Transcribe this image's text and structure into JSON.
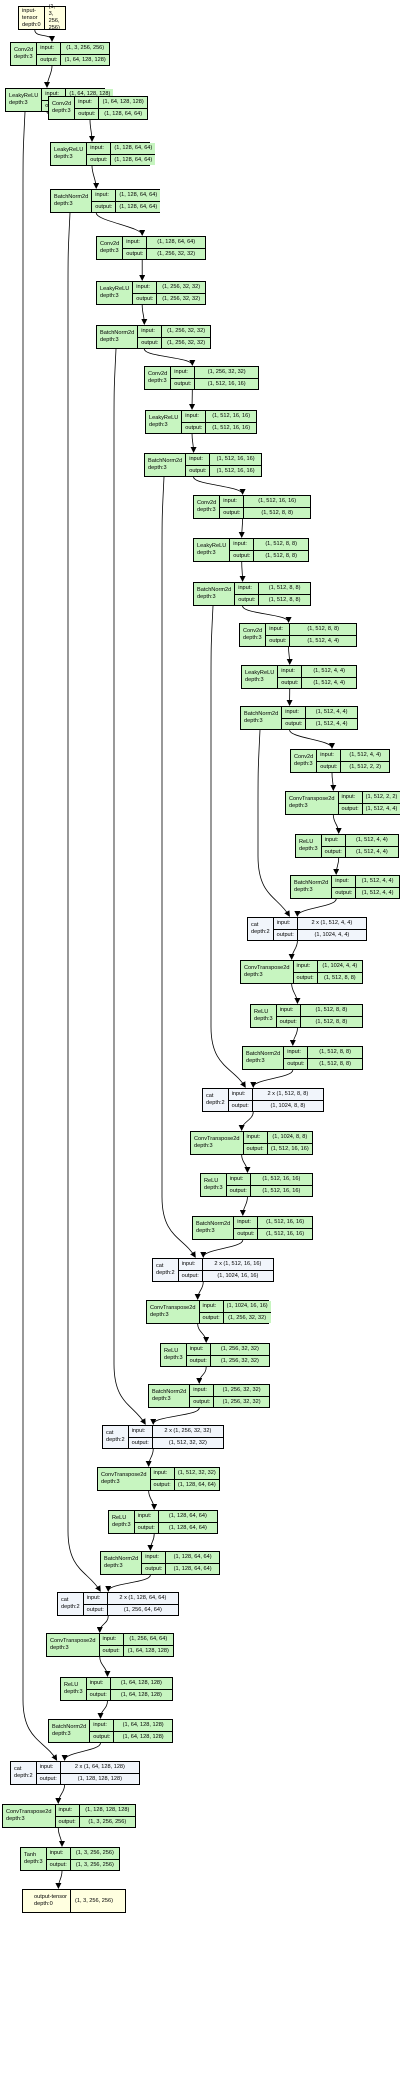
{
  "nodes": [
    {
      "id": "input",
      "kind": "tensor",
      "label": "input-tensor",
      "depth": "depth:0",
      "value": "(1, 3, 256, 256)"
    },
    {
      "id": "conv1",
      "kind": "module",
      "label": "Conv2d",
      "depth": "depth:3",
      "input": "(1, 3, 256, 256)",
      "output": "(1, 64, 128, 128)"
    },
    {
      "id": "lrelu1",
      "kind": "module",
      "label": "LeakyReLU",
      "depth": "depth:3",
      "input": "(1, 64, 128, 128)",
      "output": "(1, 64, 128, 128)"
    },
    {
      "id": "conv2",
      "kind": "module",
      "label": "Conv2d",
      "depth": "depth:3",
      "input": "(1, 64, 128, 128)",
      "output": "(1, 128, 64, 64)"
    },
    {
      "id": "lrelu2",
      "kind": "module",
      "label": "LeakyReLU",
      "depth": "depth:3",
      "input": "(1, 128, 64, 64)",
      "output": "(1, 128, 64, 64)"
    },
    {
      "id": "bn2",
      "kind": "module",
      "label": "BatchNorm2d",
      "depth": "depth:3",
      "input": "(1, 128, 64, 64)",
      "output": "(1, 128, 64, 64)"
    },
    {
      "id": "conv3",
      "kind": "module",
      "label": "Conv2d",
      "depth": "depth:3",
      "input": "(1, 128, 64, 64)",
      "output": "(1, 256, 32, 32)"
    },
    {
      "id": "lrelu3",
      "kind": "module",
      "label": "LeakyReLU",
      "depth": "depth:3",
      "input": "(1, 256, 32, 32)",
      "output": "(1, 256, 32, 32)"
    },
    {
      "id": "bn3",
      "kind": "module",
      "label": "BatchNorm2d",
      "depth": "depth:3",
      "input": "(1, 256, 32, 32)",
      "output": "(1, 256, 32, 32)"
    },
    {
      "id": "conv4",
      "kind": "module",
      "label": "Conv2d",
      "depth": "depth:3",
      "input": "(1, 256, 32, 32)",
      "output": "(1, 512, 16, 16)"
    },
    {
      "id": "lrelu4",
      "kind": "module",
      "label": "LeakyReLU",
      "depth": "depth:3",
      "input": "(1, 512, 16, 16)",
      "output": "(1, 512, 16, 16)"
    },
    {
      "id": "bn4",
      "kind": "module",
      "label": "BatchNorm2d",
      "depth": "depth:3",
      "input": "(1, 512, 16, 16)",
      "output": "(1, 512, 16, 16)"
    },
    {
      "id": "conv5",
      "kind": "module",
      "label": "Conv2d",
      "depth": "depth:3",
      "input": "(1, 512, 16, 16)",
      "output": "(1, 512, 8, 8)"
    },
    {
      "id": "lrelu5",
      "kind": "module",
      "label": "LeakyReLU",
      "depth": "depth:3",
      "input": "(1, 512, 8, 8)",
      "output": "(1, 512, 8, 8)"
    },
    {
      "id": "bn5",
      "kind": "module",
      "label": "BatchNorm2d",
      "depth": "depth:3",
      "input": "(1, 512, 8, 8)",
      "output": "(1, 512, 8, 8)"
    },
    {
      "id": "conv6",
      "kind": "module",
      "label": "Conv2d",
      "depth": "depth:3",
      "input": "(1, 512, 8, 8)",
      "output": "(1, 512, 4, 4)"
    },
    {
      "id": "lrelu6",
      "kind": "module",
      "label": "LeakyReLU",
      "depth": "depth:3",
      "input": "(1, 512, 4, 4)",
      "output": "(1, 512, 4, 4)"
    },
    {
      "id": "bn6",
      "kind": "module",
      "label": "BatchNorm2d",
      "depth": "depth:3",
      "input": "(1, 512, 4, 4)",
      "output": "(1, 512, 4, 4)"
    },
    {
      "id": "conv7",
      "kind": "module",
      "label": "Conv2d",
      "depth": "depth:3",
      "input": "(1, 512, 4, 4)",
      "output": "(1, 512, 2, 2)"
    },
    {
      "id": "deconv7",
      "kind": "module",
      "label": "ConvTranspose2d",
      "depth": "depth:3",
      "input": "(1, 512, 2, 2)",
      "output": "(1, 512, 4, 4)"
    },
    {
      "id": "relu7",
      "kind": "module",
      "label": "ReLU",
      "depth": "depth:3",
      "input": "(1, 512, 4, 4)",
      "output": "(1, 512, 4, 4)"
    },
    {
      "id": "bn7",
      "kind": "module",
      "label": "BatchNorm2d",
      "depth": "depth:3",
      "input": "(1, 512, 4, 4)",
      "output": "(1, 512, 4, 4)"
    },
    {
      "id": "cat1",
      "kind": "func",
      "label": "cat",
      "depth": "depth:2",
      "input": "2 x (1, 512, 4, 4)",
      "output": "(1, 1024, 4, 4)"
    },
    {
      "id": "deconv8",
      "kind": "module",
      "label": "ConvTranspose2d",
      "depth": "depth:3",
      "input": "(1, 1024, 4, 4)",
      "output": "(1, 512, 8, 8)"
    },
    {
      "id": "relu8",
      "kind": "module",
      "label": "ReLU",
      "depth": "depth:3",
      "input": "(1, 512, 8, 8)",
      "output": "(1, 512, 8, 8)"
    },
    {
      "id": "bn8",
      "kind": "module",
      "label": "BatchNorm2d",
      "depth": "depth:3",
      "input": "(1, 512, 8, 8)",
      "output": "(1, 512, 8, 8)"
    },
    {
      "id": "cat2",
      "kind": "func",
      "label": "cat",
      "depth": "depth:2",
      "input": "2 x (1, 512, 8, 8)",
      "output": "(1, 1024, 8, 8)"
    },
    {
      "id": "deconv9",
      "kind": "module",
      "label": "ConvTranspose2d",
      "depth": "depth:3",
      "input": "(1, 1024, 8, 8)",
      "output": "(1, 512, 16, 16)"
    },
    {
      "id": "relu9",
      "kind": "module",
      "label": "ReLU",
      "depth": "depth:3",
      "input": "(1, 512, 16, 16)",
      "output": "(1, 512, 16, 16)"
    },
    {
      "id": "bn9",
      "kind": "module",
      "label": "BatchNorm2d",
      "depth": "depth:3",
      "input": "(1, 512, 16, 16)",
      "output": "(1, 512, 16, 16)"
    },
    {
      "id": "cat3",
      "kind": "func",
      "label": "cat",
      "depth": "depth:2",
      "input": "2 x (1, 512, 16, 16)",
      "output": "(1, 1024, 16, 16)"
    },
    {
      "id": "deconv10",
      "kind": "module",
      "label": "ConvTranspose2d",
      "depth": "depth:3",
      "input": "(1, 1024, 16, 16)",
      "output": "(1, 256, 32, 32)"
    },
    {
      "id": "relu10",
      "kind": "module",
      "label": "ReLU",
      "depth": "depth:3",
      "input": "(1, 256, 32, 32)",
      "output": "(1, 256, 32, 32)"
    },
    {
      "id": "bn10",
      "kind": "module",
      "label": "BatchNorm2d",
      "depth": "depth:3",
      "input": "(1, 256, 32, 32)",
      "output": "(1, 256, 32, 32)"
    },
    {
      "id": "cat4",
      "kind": "func",
      "label": "cat",
      "depth": "depth:2",
      "input": "2 x (1, 256, 32, 32)",
      "output": "(1, 512, 32, 32)"
    },
    {
      "id": "deconv11",
      "kind": "module",
      "label": "ConvTranspose2d",
      "depth": "depth:3",
      "input": "(1, 512, 32, 32)",
      "output": "(1, 128, 64, 64)"
    },
    {
      "id": "relu11",
      "kind": "module",
      "label": "ReLU",
      "depth": "depth:3",
      "input": "(1, 128, 64, 64)",
      "output": "(1, 128, 64, 64)"
    },
    {
      "id": "bn11",
      "kind": "module",
      "label": "BatchNorm2d",
      "depth": "depth:3",
      "input": "(1, 128, 64, 64)",
      "output": "(1, 128, 64, 64)"
    },
    {
      "id": "cat5",
      "kind": "func",
      "label": "cat",
      "depth": "depth:2",
      "input": "2 x (1, 128, 64, 64)",
      "output": "(1, 256, 64, 64)"
    },
    {
      "id": "deconv12",
      "kind": "module",
      "label": "ConvTranspose2d",
      "depth": "depth:3",
      "input": "(1, 256, 64, 64)",
      "output": "(1, 64, 128, 128)"
    },
    {
      "id": "relu12",
      "kind": "module",
      "label": "ReLU",
      "depth": "depth:3",
      "input": "(1, 64, 128, 128)",
      "output": "(1, 64, 128, 128)"
    },
    {
      "id": "bn12",
      "kind": "module",
      "label": "BatchNorm2d",
      "depth": "depth:3",
      "input": "(1, 64, 128, 128)",
      "output": "(1, 64, 128, 128)"
    },
    {
      "id": "cat6",
      "kind": "func",
      "label": "cat",
      "depth": "depth:2",
      "input": "2 x (1, 64, 128, 128)",
      "output": "(1, 128, 128, 128)"
    },
    {
      "id": "deconv13",
      "kind": "module",
      "label": "ConvTranspose2d",
      "depth": "depth:3",
      "input": "(1, 128, 128, 128)",
      "output": "(1, 3, 256, 256)"
    },
    {
      "id": "tanh",
      "kind": "module",
      "label": "Tanh",
      "depth": "depth:3",
      "input": "(1, 3, 256, 256)",
      "output": "(1, 3, 256, 256)"
    },
    {
      "id": "output",
      "kind": "tensor",
      "label": "output-tensor",
      "depth": "depth:0",
      "value": "(1, 3, 256, 256)"
    }
  ],
  "port_labels": {
    "input": "input:",
    "output": "output:"
  },
  "colors": {
    "module": "#c7f5c0",
    "function": "#f1f5fb",
    "tensor": "#ffffe0",
    "edge": "#000000"
  }
}
